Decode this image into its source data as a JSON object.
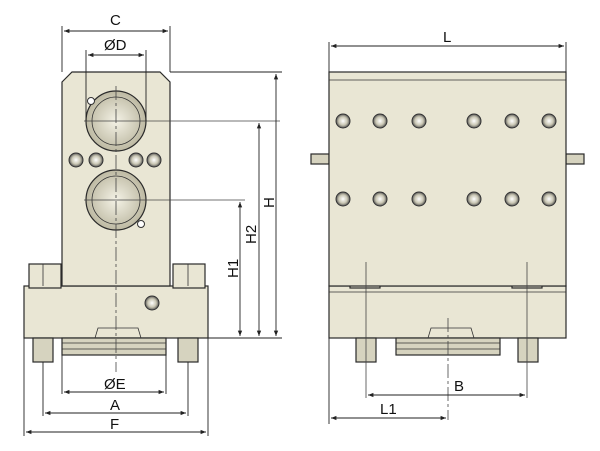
{
  "dimension_labels": {
    "C": "C",
    "D": "ØD",
    "H": "H",
    "H2": "H2",
    "H1": "H1",
    "E": "ØE",
    "A": "A",
    "F": "F",
    "L": "L",
    "B": "B",
    "L1": "L1"
  },
  "colors": {
    "body": "#e9e6d4",
    "outline": "#2a2a2a"
  }
}
